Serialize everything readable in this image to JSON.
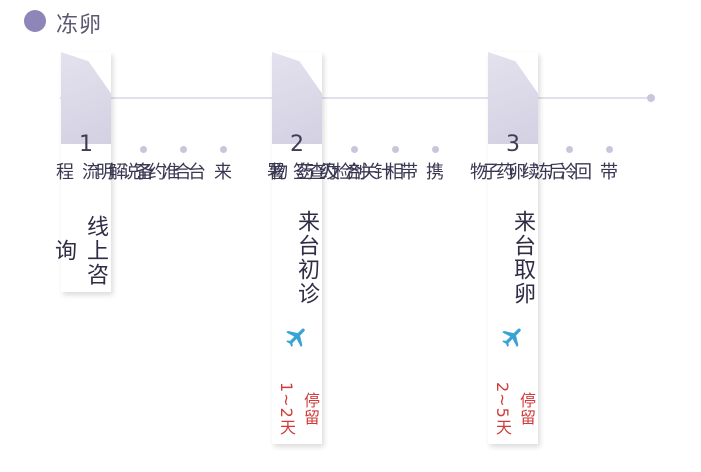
{
  "header": {
    "title": "冻卵"
  },
  "stages": [
    {
      "number": "1",
      "title": "线上咨询",
      "steps": [
        "了解流程",
        "合约说明",
        "来台准备"
      ]
    },
    {
      "number": "2",
      "title": "来台初诊",
      "stay": "停留1~2天",
      "steps": [
        "合约签署",
        "相关检查",
        "携带针剂及药物"
      ]
    },
    {
      "number": "3",
      "title": "来台取卵",
      "stay": "停留2~5天",
      "steps": [
        "冷冻卵子",
        "带回后续药物"
      ]
    }
  ],
  "colors": {
    "accent": "#8e86b9",
    "stay_text": "#d23b3b",
    "plane": "#3aa3d6"
  }
}
